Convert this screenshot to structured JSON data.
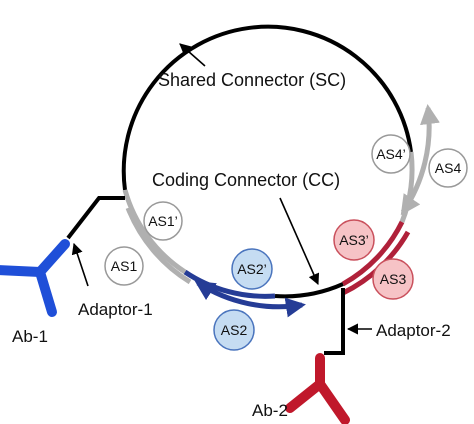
{
  "labels": {
    "shared_connector": "Shared Connector (SC)",
    "coding_connector": "Coding Connector (CC)",
    "adaptor1": "Adaptor-1",
    "adaptor2": "Adaptor-2",
    "ab1": "Ab-1",
    "ab2": "Ab-2"
  },
  "sites": {
    "as1_prime": "AS1’",
    "as1": "AS1",
    "as2_prime": "AS2’",
    "as2": "AS2",
    "as3_prime": "AS3’",
    "as3": "AS3",
    "as4_prime": "AS4’",
    "as4": "AS4"
  },
  "colors": {
    "black": "#000000",
    "gray": "#b0b0b0",
    "blue": "#253c96",
    "blue_fill": "#c5dcf2",
    "blue_stroke": "#4a74bd",
    "red": "#b0213a",
    "red_fill": "#f6c3c6",
    "red_stroke": "#c9505c",
    "antibody_blue": "#1f4fd8",
    "antibody_red": "#c0182b",
    "circle_stroke_gray": "#999999"
  }
}
